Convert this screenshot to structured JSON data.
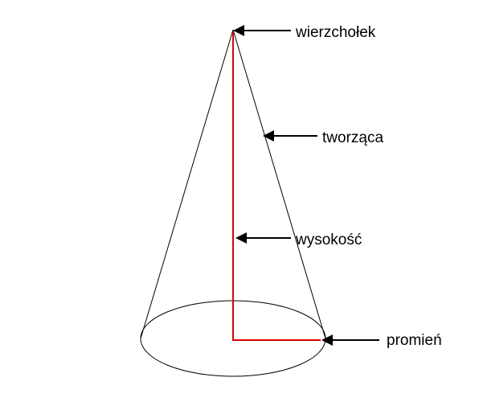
{
  "labels": {
    "apex": "wierzchołek",
    "slant": "tworząca",
    "height": "wysokość",
    "radius": "promień"
  },
  "colors": {
    "outline": "#000000",
    "highlight": "#e00000",
    "background": "#ffffff"
  }
}
